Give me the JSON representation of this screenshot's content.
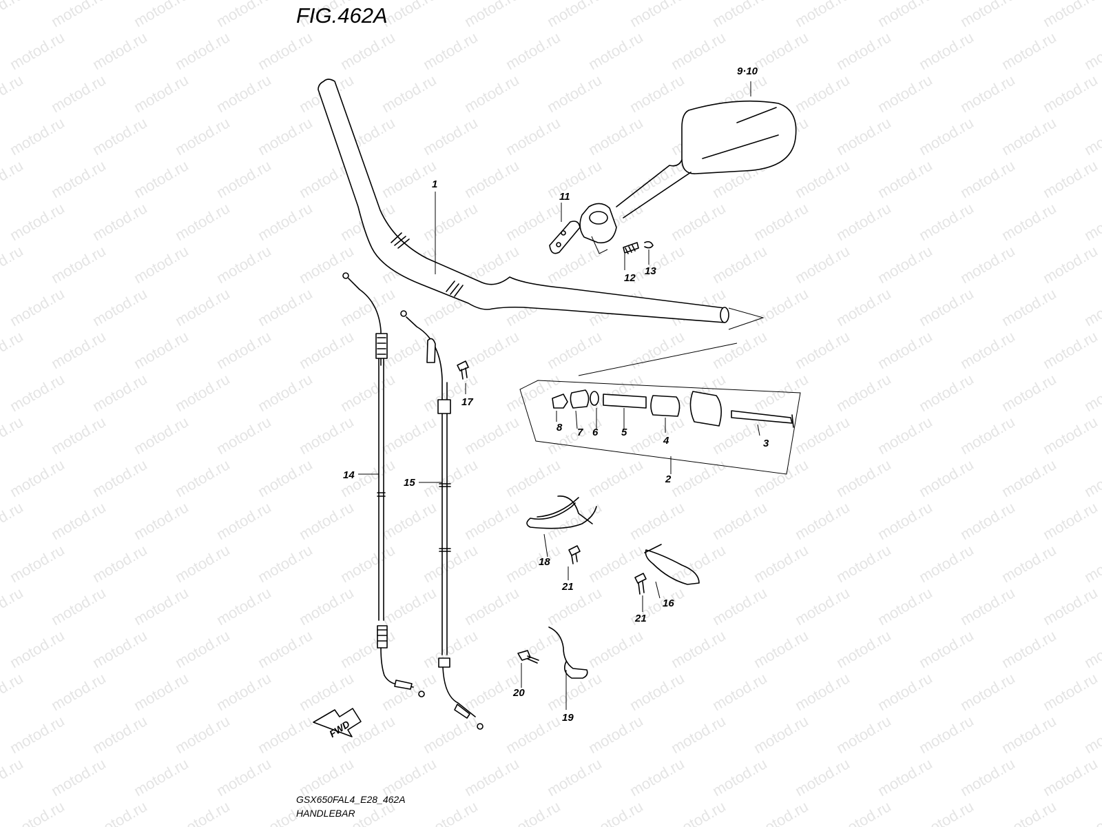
{
  "figure_title": "FIG.462A",
  "footer": {
    "model_code": "GSX650FAL4_E28_462A",
    "caption": "HANDLEBAR"
  },
  "watermark_text": "motod.ru",
  "direction_arrow_label": "FWD",
  "callouts": {
    "p1": "1",
    "p2": "2",
    "p3": "3",
    "p4": "4",
    "p5": "5",
    "p6": "6",
    "p7": "7",
    "p8": "8",
    "p9_10": "9·10",
    "p11": "11",
    "p12": "12",
    "p13": "13",
    "p14": "14",
    "p15": "15",
    "p16": "16",
    "p17": "17",
    "p18": "18",
    "p19": "19",
    "p20": "20",
    "p21a": "21",
    "p21b": "21"
  },
  "colors": {
    "line": "#000000",
    "watermark": "#cfcfcf",
    "background": "#ffffff"
  }
}
